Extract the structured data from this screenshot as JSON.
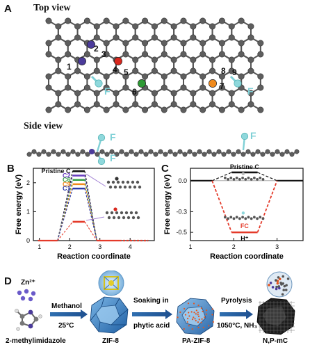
{
  "panel_a": {
    "label": "A",
    "top_view_title": "Top view",
    "side_view_title": "Side view",
    "atom_numbers": [
      "1",
      "2",
      "3",
      "4",
      "5",
      "6",
      "7",
      "8",
      "9"
    ],
    "fluorine_label": "F",
    "colors": {
      "carbon": "#5a5a5a",
      "nitrogen": "#4b3b9a",
      "oxygen": "#d8281e",
      "green": "#2e9a35",
      "orange": "#f08a1c",
      "fluorine": "#8fd8dc"
    }
  },
  "panel_b": {
    "label": "B",
    "chart_data": {
      "type": "line",
      "xlabel": "Reaction coordinate",
      "ylabel": "Free energy (eV)",
      "xlim": [
        0.8,
        4.8
      ],
      "ylim": [
        0,
        2.5
      ],
      "x_ticks": [
        1,
        2,
        3,
        4
      ],
      "y_ticks": [
        0,
        1,
        2
      ],
      "series": [
        {
          "name": "Pristine C",
          "color": "#111111",
          "peak": 2.4
        },
        {
          "name": "C2",
          "color": "#6a3fc1",
          "peak": 2.25
        },
        {
          "name": "C6",
          "color": "#3aa34a",
          "peak": 2.1
        },
        {
          "name": "C9",
          "color": "#f08a1c",
          "peak": 1.95
        },
        {
          "name": "C1",
          "color": "#2b3aa8",
          "peak": 1.8
        },
        {
          "name": "",
          "color": "#e43a2a",
          "peak": 0.65
        }
      ]
    }
  },
  "panel_c": {
    "label": "C",
    "chart_data": {
      "type": "line",
      "xlabel": "Reaction coordinate",
      "ylabel": "Free energy (eV)",
      "xlim": [
        1,
        3.6
      ],
      "ylim": [
        -0.58,
        0.12
      ],
      "x_ticks": [
        1,
        2,
        3
      ],
      "y_ticks": [
        0.0,
        -0.3,
        -0.5
      ],
      "y_tick_labels": [
        "0.0",
        "-0.3",
        "-0.5"
      ],
      "series": [
        {
          "name": "Pristine C",
          "color": "#111111",
          "level": 0.08
        },
        {
          "name": "FC",
          "color": "#e43a2a",
          "level": -0.5
        }
      ],
      "annotation": "H⁺"
    }
  },
  "panel_d": {
    "label": "D",
    "labels": {
      "zn": "Zn²⁺",
      "precursor": "2-methylimidazole",
      "step1_top": "Methanol",
      "step1_bottom": "25°C",
      "zif8": "ZIF-8",
      "step2_top": "Soaking in",
      "step2_bottom": "phytic acid",
      "pa_zif8": "PA-ZIF-8",
      "step3_top": "Pyrolysis",
      "step3_bottom": "1050°C, NH₃",
      "product": "N,P-mC"
    }
  }
}
